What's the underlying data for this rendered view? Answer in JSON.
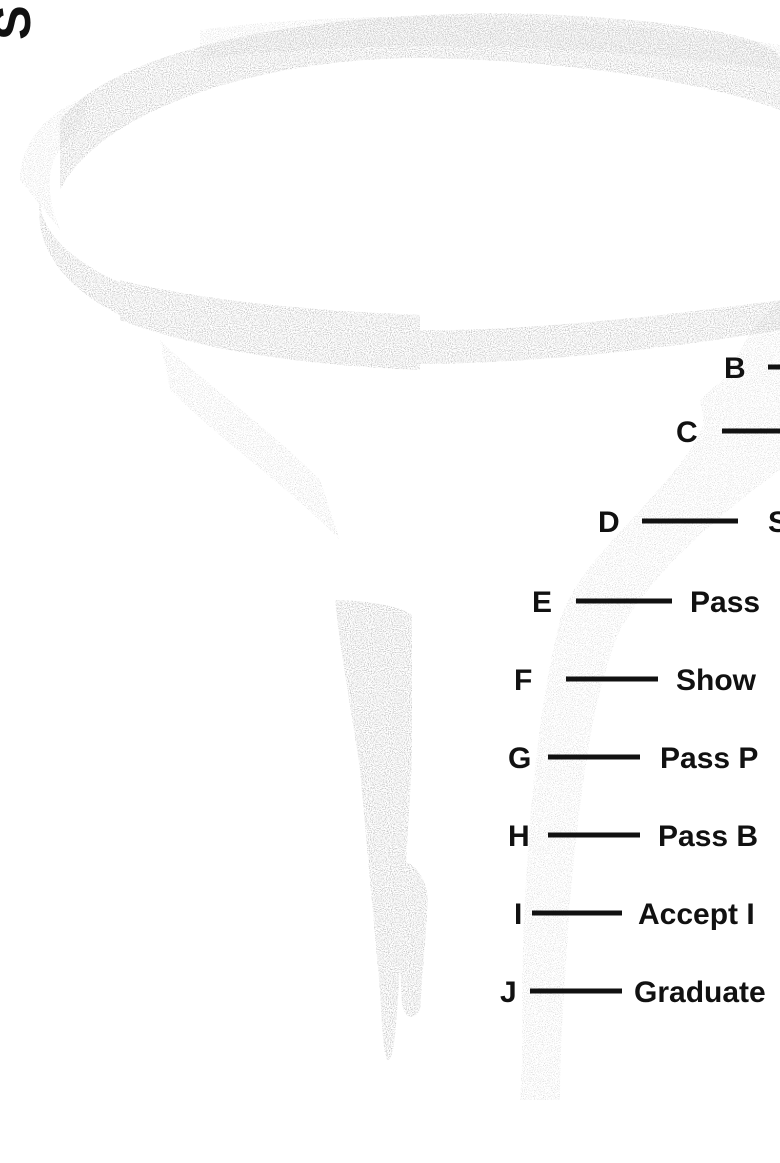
{
  "corner_glyph": "S",
  "stages": [
    {
      "letter": "B",
      "text": "",
      "show_text": false
    },
    {
      "letter": "C",
      "text": "",
      "show_text": false
    },
    {
      "letter": "D",
      "text": "S",
      "show_text": true
    },
    {
      "letter": "E",
      "text": "Pass",
      "show_text": true
    },
    {
      "letter": "F",
      "text": "Show",
      "show_text": true
    },
    {
      "letter": "G",
      "text": "Pass P",
      "show_text": true
    },
    {
      "letter": "H",
      "text": "Pass B",
      "show_text": true
    },
    {
      "letter": "I",
      "text": "Accept I",
      "show_text": true
    },
    {
      "letter": "J",
      "text": "Graduate",
      "show_text": true
    }
  ],
  "colors": {
    "stipple": "#9a9a9a",
    "stipple_dark": "#6f6f6f",
    "ink": "#111111"
  }
}
